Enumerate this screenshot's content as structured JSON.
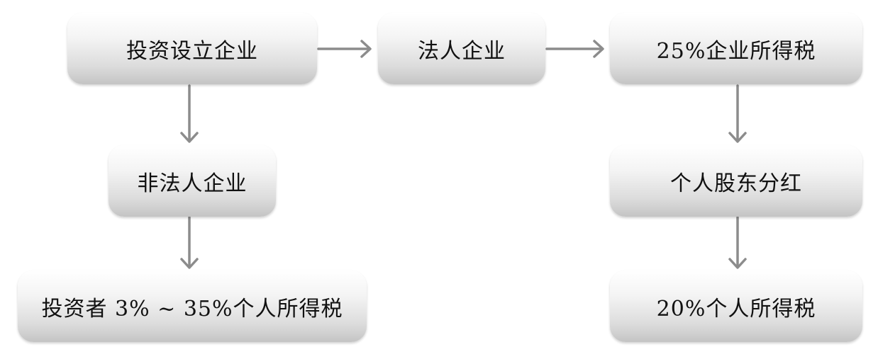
{
  "nodes": {
    "invest_enterprise": "投资设立企业",
    "legal_person_enterprise": "法人企业",
    "corporate_income_tax": "25%企业所得税",
    "non_legal_person_enterprise": "非法人企业",
    "individual_shareholder_dividend": "个人股东分红",
    "investor_individual_income_tax": "投资者 3% ~ 35%个人所得税",
    "individual_income_tax_20": "20%个人所得税"
  },
  "colors": {
    "arrow": "#8c8c8c",
    "box_top": "#ffffff",
    "box_bottom": "#c4c4c4"
  }
}
